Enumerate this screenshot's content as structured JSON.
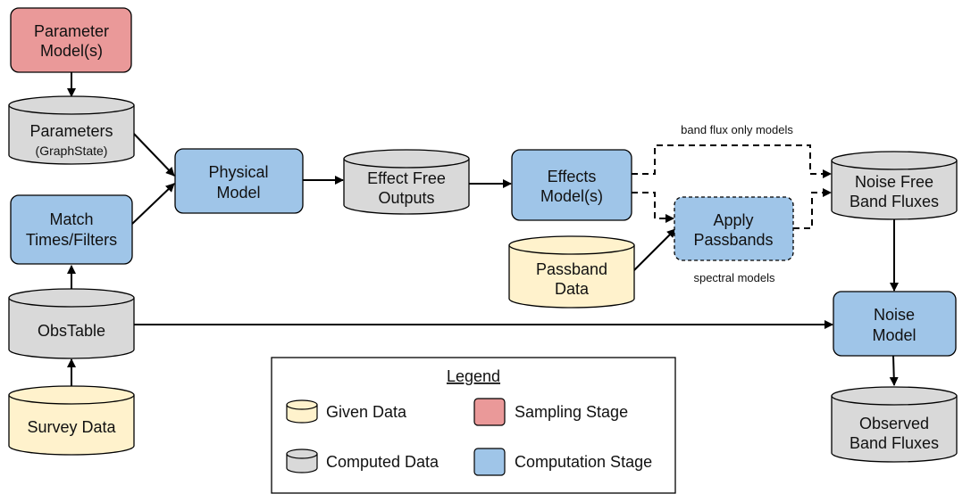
{
  "colors": {
    "given": "#fff2cc",
    "computed": "#d9d9d9",
    "sampling": "#ea9999",
    "computation": "#9fc5e8"
  },
  "nodes": {
    "parameter_model": [
      "Parameter",
      "Model(s)"
    ],
    "parameters": [
      "Parameters"
    ],
    "parameters_sub": "(GraphState)",
    "match": [
      "Match",
      "Times/Filters"
    ],
    "obstable": [
      "ObsTable"
    ],
    "survey": [
      "Survey Data"
    ],
    "physical": [
      "Physical",
      "Model"
    ],
    "effect_free": [
      "Effect Free",
      "Outputs"
    ],
    "effects": [
      "Effects",
      "Model(s)"
    ],
    "passband_data": [
      "Passband",
      "Data"
    ],
    "apply": [
      "Apply",
      "Passbands"
    ],
    "noise_free": [
      "Noise Free",
      "Band Fluxes"
    ],
    "noise_model": [
      "Noise",
      "Model"
    ],
    "observed": [
      "Observed",
      "Band Fluxes"
    ]
  },
  "annotations": {
    "band_flux_only": "band flux only models",
    "spectral": "spectral models"
  },
  "legend": {
    "title": "Legend",
    "given": "Given Data",
    "computed": "Computed Data",
    "sampling": "Sampling Stage",
    "computation": "Computation Stage"
  }
}
